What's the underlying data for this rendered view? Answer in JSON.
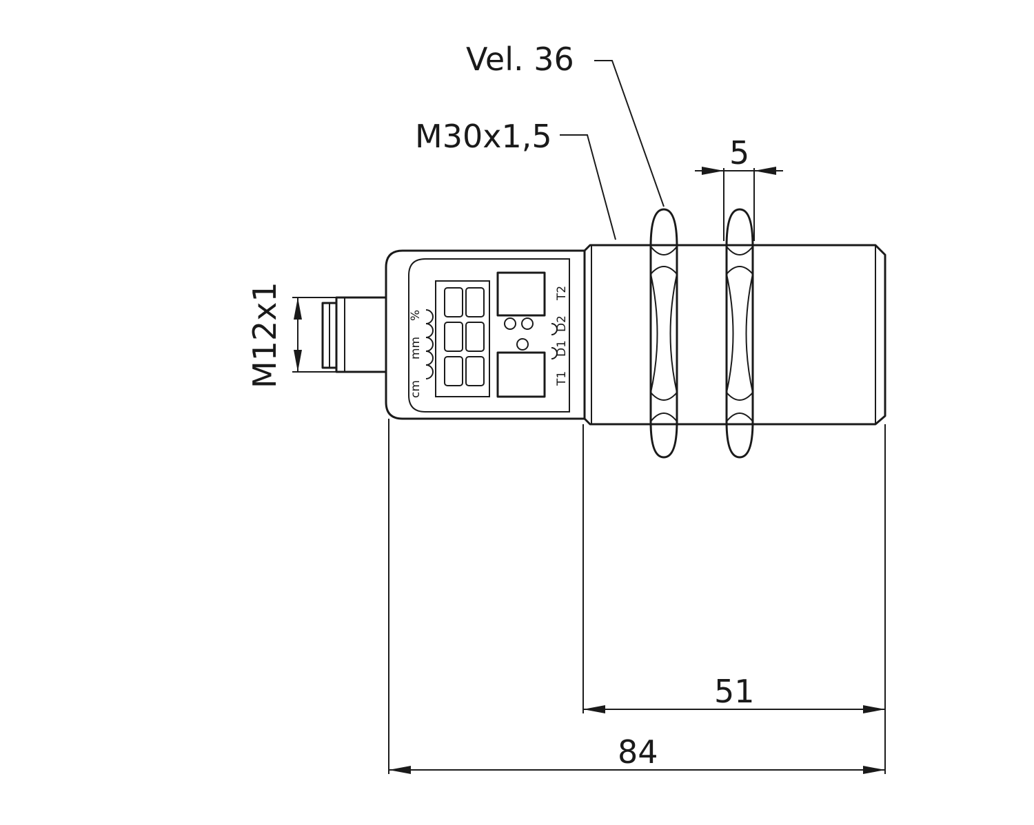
{
  "drawing": {
    "labels": {
      "wrench_size": "Vel. 36",
      "thread": "M30x1,5",
      "nut_thickness": "5",
      "connector_thread": "M12x1",
      "housing_length": "51",
      "total_length": "84"
    },
    "panel": {
      "unit_cm": "cm",
      "unit_mm": "mm",
      "unit_pct": "%",
      "t1": "T1",
      "d1": "D1",
      "d2": "D2",
      "t2": "T2"
    }
  }
}
